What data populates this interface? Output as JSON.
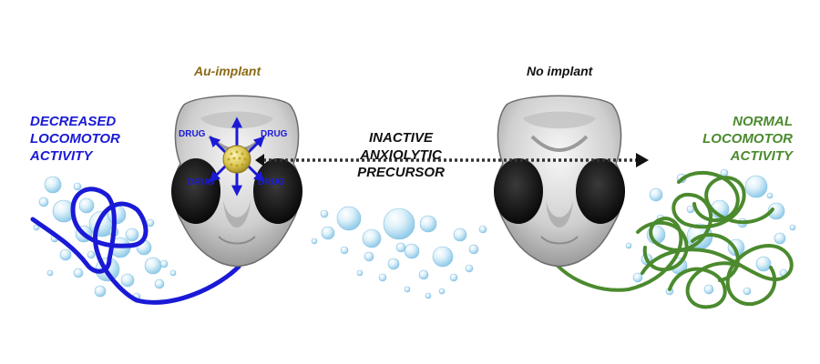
{
  "labels": {
    "au_implant": "Au-implant",
    "no_implant": "No implant",
    "decreased": [
      "DECREASED",
      "LOCOMOTOR",
      "ACTIVITY"
    ],
    "normal": [
      "NORMAL",
      "LOCOMOTOR",
      "ACTIVITY"
    ],
    "precursor": [
      "INACTIVE",
      "ANXIOLYTIC",
      "PRECURSOR"
    ],
    "drug": "DRUG"
  },
  "colors": {
    "au_label": "#8a6a16",
    "decreased": "#1a1ad6",
    "normal": "#4b8a2e",
    "text_dark": "#111111",
    "gold": "#d8c24a",
    "bubble": "#9fd3ee"
  },
  "icons": {
    "head_left": "larva-head-icon",
    "head_right": "larva-head-icon",
    "implant": "gold-nanoparticle-icon",
    "arrow": "dotted-arrow-icon"
  }
}
